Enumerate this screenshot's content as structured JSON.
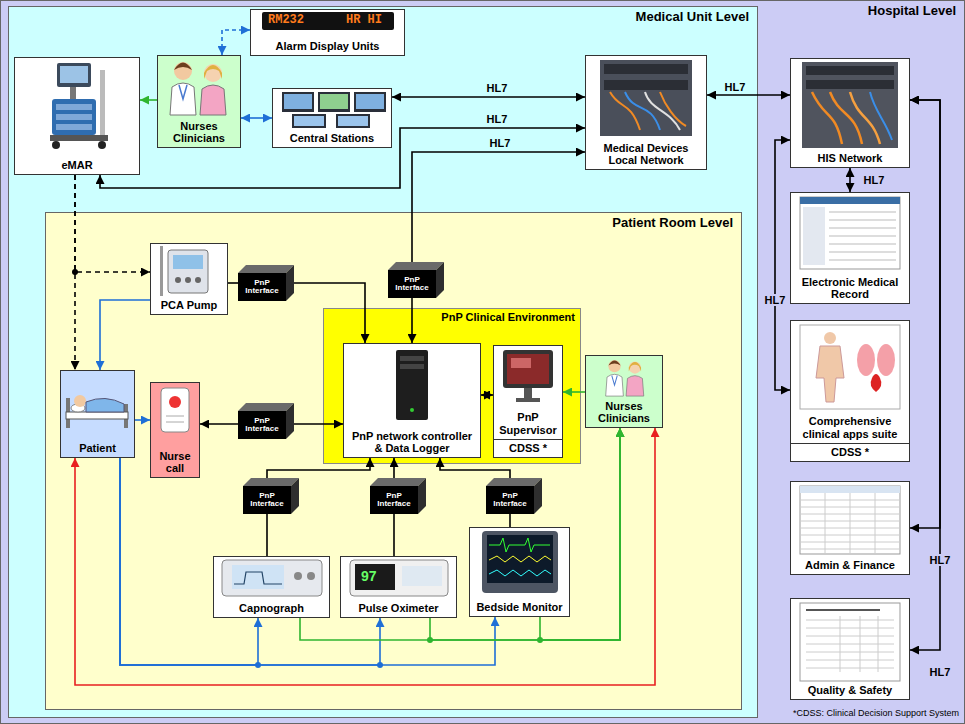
{
  "diagram": {
    "nodes": [
      {
        "text": [
          "Hospital Level"
        ]
      },
      {
        "text": [
          "Medical Unit Level"
        ],
        "in": 0
      },
      {
        "text": [
          "Alarm Display Units"
        ],
        "in": 1
      },
      {
        "text": [
          "eMAR"
        ],
        "in": 1
      },
      {
        "text": [
          "Nurses Clinicians"
        ],
        "in": 1
      },
      {
        "text": [
          "Central Stations"
        ],
        "in": 1
      },
      {
        "text": [
          "Medical Devices Local Network"
        ],
        "in": 1
      },
      {
        "text": [
          "Patient Room Level"
        ],
        "in": 1
      },
      {
        "text": [
          "PCA Pump"
        ],
        "in": 7
      },
      {
        "text": [
          "PnP Interface"
        ],
        "in": 7
      },
      {
        "text": [
          "PnP Interface"
        ],
        "in": 7
      },
      {
        "text": [
          "PnP Clinical Environment"
        ],
        "in": 7
      },
      {
        "text": [
          "PnP network controller & Data Logger"
        ],
        "in": 11
      },
      {
        "text": [
          "PnP Supervisor",
          "CDSS *"
        ],
        "in": 11
      },
      {
        "text": [
          "Patient"
        ],
        "in": 7
      },
      {
        "text": [
          "Nurse call"
        ],
        "in": 7
      },
      {
        "text": [
          "PnP Interface"
        ],
        "in": 7
      },
      {
        "text": [
          "Nurses Clinicians"
        ],
        "in": 7
      },
      {
        "text": [
          "PnP Interface"
        ],
        "in": 7
      },
      {
        "text": [
          "PnP Interface"
        ],
        "in": 7
      },
      {
        "text": [
          "PnP Interface"
        ],
        "in": 7
      },
      {
        "text": [
          "Capnograph"
        ],
        "in": 7
      },
      {
        "text": [
          "Pulse Oximeter"
        ],
        "in": 7
      },
      {
        "text": [
          "Bedside Monitor"
        ],
        "in": 7
      },
      {
        "text": [
          "HIS Network"
        ],
        "in": 0
      },
      {
        "text": [
          "Electronic Medical Record"
        ],
        "in": 0
      },
      {
        "text": [
          "Comprehensive clinical apps suite",
          "CDSS *"
        ],
        "in": 0
      },
      {
        "text": [
          "Admin & Finance"
        ],
        "in": 0
      },
      {
        "text": [
          "Quality & Safety"
        ],
        "in": 0
      }
    ],
    "edges": [
      {
        "from": 4,
        "to": 2,
        "arrow": "both"
      },
      {
        "from": 4,
        "to": 3,
        "arrow": "to"
      },
      {
        "from": 5,
        "to": 4,
        "arrow": "both"
      },
      {
        "from": 5,
        "to": 6,
        "label": "HL7",
        "arrow": "both"
      },
      {
        "from": 6,
        "to": 3,
        "label": "HL7",
        "arrow": "both"
      },
      {
        "from": 10,
        "to": 6,
        "label": "HL7",
        "arrow": "to"
      },
      {
        "from": 10,
        "to": 12,
        "arrow": "to"
      },
      {
        "from": 8,
        "to": 9,
        "arrow": "none"
      },
      {
        "from": 9,
        "to": 12,
        "arrow": "to"
      },
      {
        "from": 3,
        "to": 8,
        "arrow": "to"
      },
      {
        "from": 3,
        "to": 14,
        "arrow": "to"
      },
      {
        "from": 8,
        "to": 14,
        "arrow": "to"
      },
      {
        "from": 14,
        "to": 15,
        "arrow": "to"
      },
      {
        "from": 16,
        "to": 15,
        "arrow": "to"
      },
      {
        "from": 16,
        "to": 12,
        "arrow": "to"
      },
      {
        "from": 12,
        "to": 13,
        "arrow": "both"
      },
      {
        "from": 17,
        "to": 13,
        "arrow": "to"
      },
      {
        "from": 21,
        "to": 18,
        "arrow": "none"
      },
      {
        "from": 18,
        "to": 12,
        "arrow": "to"
      },
      {
        "from": 22,
        "to": 19,
        "arrow": "none"
      },
      {
        "from": 19,
        "to": 12,
        "arrow": "to"
      },
      {
        "from": 23,
        "to": 20,
        "arrow": "none"
      },
      {
        "from": 20,
        "to": 12,
        "arrow": "to"
      },
      {
        "from": 14,
        "to": 21,
        "arrow": "to"
      },
      {
        "from": 14,
        "to": 22,
        "arrow": "to"
      },
      {
        "from": 14,
        "to": 23,
        "arrow": "to"
      },
      {
        "from": 21,
        "to": 17,
        "arrow": "to"
      },
      {
        "from": 22,
        "to": 17,
        "arrow": "to"
      },
      {
        "from": 23,
        "to": 17,
        "arrow": "to"
      },
      {
        "from": 17,
        "to": 14,
        "arrow": "both"
      },
      {
        "from": 24,
        "to": 6,
        "label": "HL7",
        "arrow": "both"
      },
      {
        "from": 24,
        "to": 25,
        "label": "HL7",
        "arrow": "both"
      },
      {
        "from": 24,
        "to": 26,
        "label": "HL7",
        "arrow": "both"
      },
      {
        "from": 24,
        "to": 27,
        "label": "HL7",
        "arrow": "both"
      },
      {
        "from": 24,
        "to": 28,
        "label": "HL7",
        "arrow": "both"
      }
    ],
    "labels": [
      "RM232",
      "HR HI",
      "97",
      "*CDSS: Clinical Decision Support System"
    ]
  }
}
